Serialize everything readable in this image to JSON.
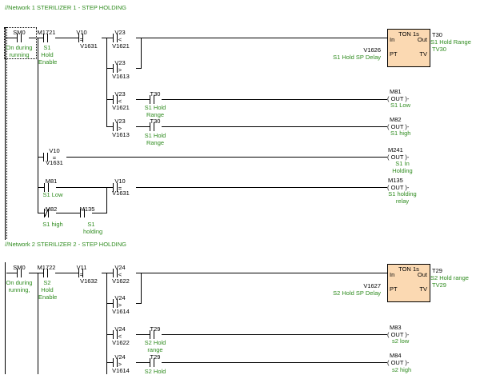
{
  "networks": [
    {
      "title": "//Network 1  STERILIZER 1 - STEP HOLDING",
      "contacts": [
        {
          "addr": "SM0",
          "type": "NO",
          "comment": "On during running"
        },
        {
          "addr": "M1721",
          "type": "NO",
          "comment": "S1 Hold Enable"
        },
        {
          "top": "V10",
          "op": "=",
          "bottom": "V1631"
        },
        {
          "top": "V23",
          "op": "<",
          "bottom": "V1621"
        },
        {
          "top": "V23",
          "op": ">",
          "bottom": "V1613"
        },
        {
          "top": "V23",
          "op": "<",
          "bottom": "V1621"
        },
        {
          "addr": "T30",
          "type": "NO",
          "comment": "S1 Hold Range"
        },
        {
          "top": "V23",
          "op": ">",
          "bottom": "V1613"
        },
        {
          "addr": "T30",
          "type": "NO",
          "comment": "S1 Hold Range"
        },
        {
          "top": "V10",
          "op": "=",
          "bottom": "V1631"
        },
        {
          "addr": "M81",
          "type": "NO",
          "comment": "S1 Low"
        },
        {
          "top": "V10",
          "op": "=",
          "bottom": "V1631"
        },
        {
          "addr": "M82",
          "type": "NC",
          "comment": "S1 high"
        },
        {
          "addr": "M135",
          "type": "NO",
          "comment": "S1 holding"
        }
      ],
      "timer": {
        "type": "TON",
        "base": "1s",
        "in": "In",
        "out": "Out",
        "pt": "PT",
        "tv": "TV",
        "name": "T30",
        "name_comment": "S1 Hold Range",
        "tv_out": "TV30",
        "pt_value": "V1626",
        "pt_comment": "S1 Hold SP Delay"
      },
      "coils": [
        {
          "addr": "M81",
          "label": "( OUT )-",
          "comment": "S1 Low"
        },
        {
          "addr": "M82",
          "label": "( OUT )-",
          "comment": "S1 high"
        },
        {
          "addr": "M241",
          "label": "( OUT )-",
          "comment": "S1 In Holding"
        },
        {
          "addr": "M135",
          "label": "( OUT )-",
          "comment": "S1 holding relay"
        }
      ]
    },
    {
      "title": "//Network 2  STERILIZER 2 - STEP HOLDING",
      "contacts": [
        {
          "addr": "SM0",
          "type": "NO",
          "comment": "On during running,"
        },
        {
          "addr": "M1722",
          "type": "NO",
          "comment": "S2 Hold Enable"
        },
        {
          "top": "V11",
          "op": "=",
          "bottom": "V1632"
        },
        {
          "top": "V24",
          "op": "<",
          "bottom": "V1622"
        },
        {
          "top": "V24",
          "op": ">",
          "bottom": "V1614"
        },
        {
          "top": "V24",
          "op": "<",
          "bottom": "V1622"
        },
        {
          "addr": "T29",
          "type": "NO",
          "comment": "S2 Hold range"
        },
        {
          "top": "V24",
          "op": ">",
          "bottom": "V1614"
        },
        {
          "addr": "T29",
          "type": "NO",
          "comment": "S2 Hold"
        }
      ],
      "timer": {
        "type": "TON",
        "base": "1s",
        "in": "In",
        "out": "Out",
        "pt": "PT",
        "tv": "TV",
        "name": "T29",
        "name_comment": "S2 Hold range",
        "tv_out": "TV29",
        "pt_value": "V1627",
        "pt_comment": "S2 Hold SP Delay"
      },
      "coils": [
        {
          "addr": "M83",
          "label": "( OUT )-",
          "comment": "s2 low"
        },
        {
          "addr": "M84",
          "label": "( OUT )-",
          "comment": "s2 high"
        }
      ]
    }
  ],
  "colors": {
    "comment": "#2e8b1e",
    "timer_fill": "#fbd9b2",
    "wire": "#000000"
  }
}
